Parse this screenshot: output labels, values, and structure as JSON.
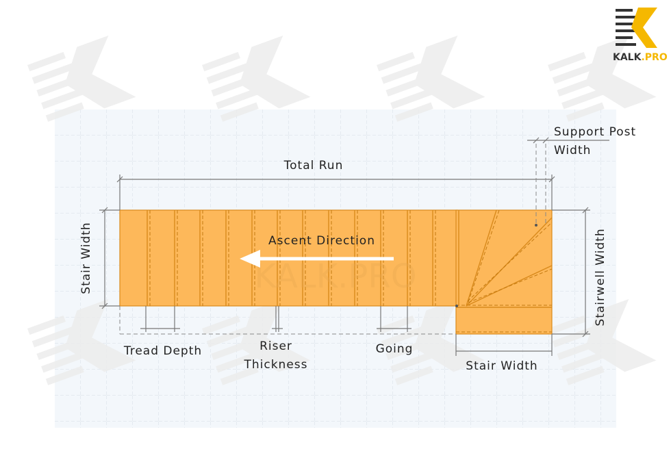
{
  "logo": {
    "text": "KALK.PRO",
    "colors": {
      "accent": "#f5b800",
      "dark": "#333333"
    }
  },
  "watermark": "KALK.PRO",
  "labels": {
    "total_run": "Total Run",
    "stair_width_left": "Stair Width",
    "stair_width_bottom": "Stair Width",
    "stairwell_width": "Stairwell Width",
    "support_post_line1": "Support Post",
    "support_post_line2": "Width",
    "tread_depth": "Tread Depth",
    "riser_line1": "Riser",
    "riser_line2": "Thickness",
    "going": "Going",
    "ascent_direction": "Ascent Direction"
  },
  "colors": {
    "stair_fill": "#fdb85a",
    "stair_stroke": "#d98a1c",
    "grid_bg": "#f3f7fb",
    "arrow": "#ffffff"
  }
}
